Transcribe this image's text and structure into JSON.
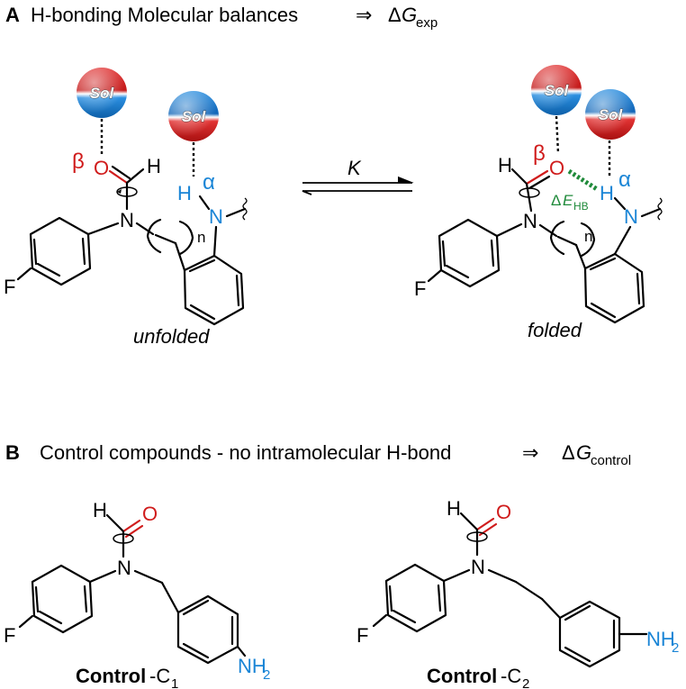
{
  "panel_a": {
    "letter": "A",
    "title": "H-bonding Molecular balances",
    "implies": "⇒",
    "delta": "Δ",
    "g": "G",
    "g_sub": "exp",
    "equilibrium_label": "K",
    "unfolded_label": "unfolded",
    "folded_label": "folded",
    "sol_label": "Sol",
    "beta": "β",
    "alpha": "α",
    "h_bond_delta": "Δ",
    "h_bond_e": "E",
    "h_bond_sub": "HB",
    "atoms": {
      "O": "O",
      "H": "H",
      "N": "N",
      "F": "F",
      "n": "n"
    }
  },
  "panel_b": {
    "letter": "B",
    "title": "Control compounds - no intramolecular H-bond",
    "implies": "⇒",
    "delta": "Δ",
    "g": "G",
    "g_sub": "control",
    "compound1_bold": "Control",
    "compound1_rest": "-C",
    "compound1_sub": "1",
    "compound2_bold": "Control",
    "compound2_rest": "-C",
    "compound2_sub": "2",
    "nh2": "NH",
    "nh2_sub": "2"
  },
  "colors": {
    "oxygen_red": "#d01c1c",
    "nitrogen_blue": "#1a85d6",
    "hbond_green": "#1f8a3a",
    "sol_red": "#d82020",
    "sol_blue": "#1a7fd0"
  }
}
